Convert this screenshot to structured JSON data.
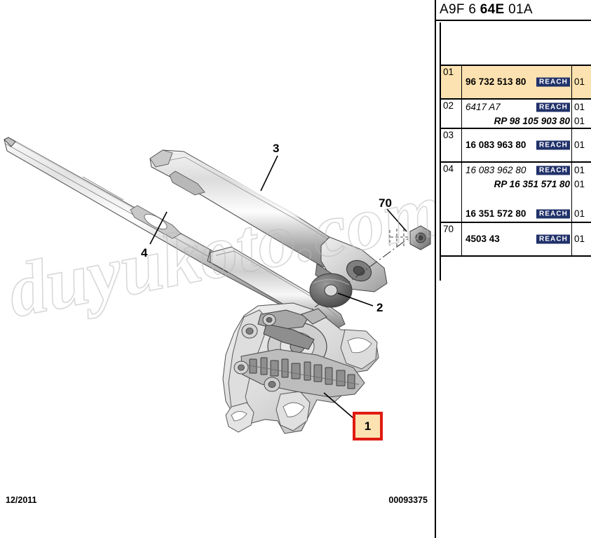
{
  "document": {
    "reference_code_prefix": "A9F 6 ",
    "reference_code_strong": "64E",
    "reference_code_suffix": " 01A",
    "footer_date": "12/2011",
    "footer_doc_number": "00093375",
    "watermark_text": "duyukoto.com"
  },
  "colors": {
    "highlight_fill": "#FCE2B0",
    "highlight_border": "#E01B12",
    "reach_badge_bg": "#20316A",
    "rule": "#000000"
  },
  "illustration": {
    "title": "rear-wiper-arm-blade-and-motor-assembly",
    "callouts": [
      {
        "id": "3",
        "label": "3"
      },
      {
        "id": "4",
        "label": "4"
      },
      {
        "id": "70",
        "label": "70"
      },
      {
        "id": "2",
        "label": "2"
      },
      {
        "id": "1",
        "label": "1",
        "highlighted": true
      }
    ]
  },
  "parts_table": {
    "reach_label": "REACH",
    "rows": [
      {
        "index": "01",
        "highlighted": true,
        "lines": [
          {
            "text": "96 732 513 80",
            "style": "bold",
            "align": "left",
            "reach": true,
            "qty": "01"
          }
        ]
      },
      {
        "index": "02",
        "highlighted": false,
        "lines": [
          {
            "text": "6417 A7",
            "style": "italic",
            "align": "left",
            "reach": true,
            "qty": "01"
          },
          {
            "text": "RP 98 105 903 80",
            "style": "bolditalic",
            "align": "right",
            "reach": false,
            "qty": "01"
          }
        ]
      },
      {
        "index": "03",
        "highlighted": false,
        "lines": [
          {
            "text": "16 083 963 80",
            "style": "bold",
            "align": "left",
            "reach": true,
            "qty": "01"
          }
        ]
      },
      {
        "index": "04",
        "highlighted": false,
        "lines": [
          {
            "text": "16 083 962 80",
            "style": "italic",
            "align": "left",
            "reach": true,
            "qty": "01"
          },
          {
            "text": "RP 16 351 571 80",
            "style": "bolditalic",
            "align": "right",
            "reach": false,
            "qty": "01"
          },
          {
            "text": "16 351 572 80",
            "style": "bold",
            "align": "left",
            "reach": true,
            "qty": "01",
            "gap_before": true
          }
        ]
      },
      {
        "index": "70",
        "highlighted": false,
        "lines": [
          {
            "text": "4503 43",
            "style": "bold",
            "align": "left",
            "reach": true,
            "qty": "01"
          }
        ]
      }
    ]
  }
}
